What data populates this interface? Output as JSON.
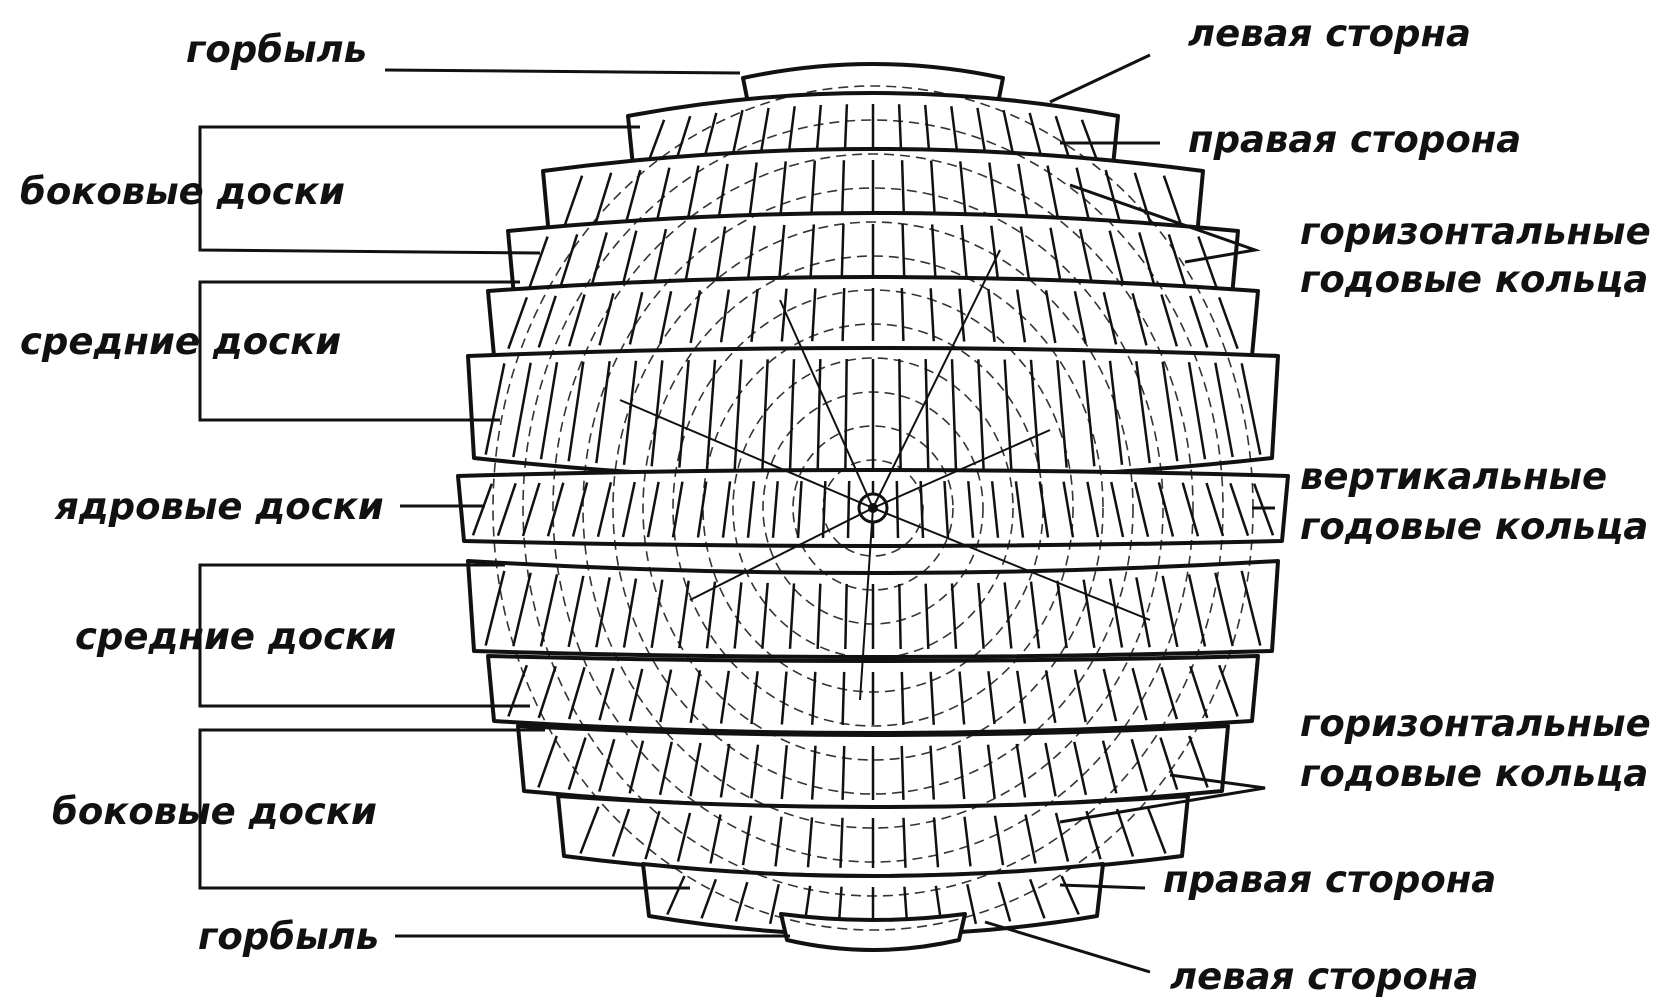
{
  "labels": {
    "slab_top": "горбыль",
    "side_boards_top": "боковые доски",
    "middle_boards_top": "средние доски",
    "core_boards": "ядровые доски",
    "middle_boards_bottom": "средние доски",
    "side_boards_bottom": "боковые доски",
    "slab_bottom": "горбыль",
    "left_side_top": "левая сторна",
    "right_side_top": "правая сторона",
    "horizontal_rings_top_1": "горизонтальные",
    "horizontal_rings_top_2": "годовые кольца",
    "vertical_rings_1": "вертикальные",
    "vertical_rings_2": "годовые кольца",
    "horizontal_rings_bottom_1": "горизонтальные",
    "horizontal_rings_bottom_2": "годовые кольца",
    "right_side_bottom": "правая сторона",
    "left_side_bottom": "левая сторона"
  },
  "colors": {
    "ink": "#111111",
    "background": "#ffffff"
  }
}
